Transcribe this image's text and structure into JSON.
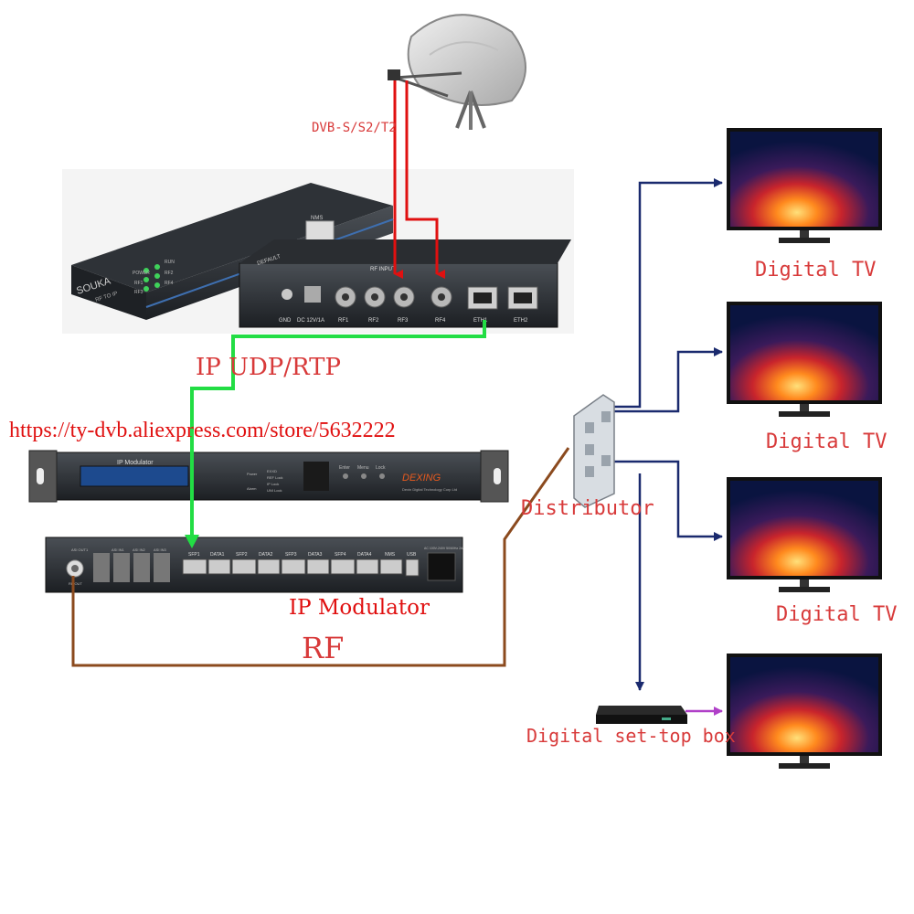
{
  "labels": {
    "dvb_signal": "DVB-S/S2/T2",
    "ip_udp_rtp": "IP UDP/RTP",
    "store_url": "https://ty-dvb.aliexpress.com/store/5632222",
    "distributor": "Distributor",
    "ip_modulator": "IP Modulator",
    "rf": "RF",
    "digital_tv": "Digital TV",
    "set_top_box": "Digital set-top box"
  },
  "receiver": {
    "brand": "SOUKA",
    "model": "RF TO IP",
    "nms": "NMS",
    "default": "DEFAULT",
    "leds": [
      "POWER",
      "RUN",
      "RF1",
      "RF2",
      "RF3",
      "RF4"
    ],
    "rf_input_header": "RF INPUT",
    "ports": [
      "GND",
      "DC 12V/1A",
      "RF1",
      "RF2",
      "RF3",
      "RF4",
      "ETH1",
      "ETH2"
    ]
  },
  "modulator": {
    "front_title": "IP Modulator",
    "indicators": [
      "Power",
      "Alarm",
      "EXXD",
      "REF Lock",
      "IP Lock",
      "UNI Lock"
    ],
    "buttons": [
      "Enter",
      "Menu",
      "Lock"
    ],
    "brand": "DEXING",
    "company": "Dexin Digital Technology Corp Ltd",
    "rear_ports": [
      "SFP1",
      "DATA1",
      "SFP2",
      "DATA2",
      "SFP3",
      "DATA3",
      "SFP4",
      "DATA4",
      "NMS",
      "USB"
    ],
    "asi_labels": [
      "ASI OUT1",
      "ASI IN1",
      "ASI IN2",
      "ASI IN3"
    ],
    "power_label": "AC 100V-240V 50/60Hz 2A",
    "rf_out": "RF OUT"
  },
  "colors": {
    "dvb_line": "#e01010",
    "ip_line": "#22dd44",
    "rf_line": "#8b4a1e",
    "tv_line": "#1a2a6e",
    "stb_line": "#b040c8",
    "label_red": "#d83a3a"
  }
}
